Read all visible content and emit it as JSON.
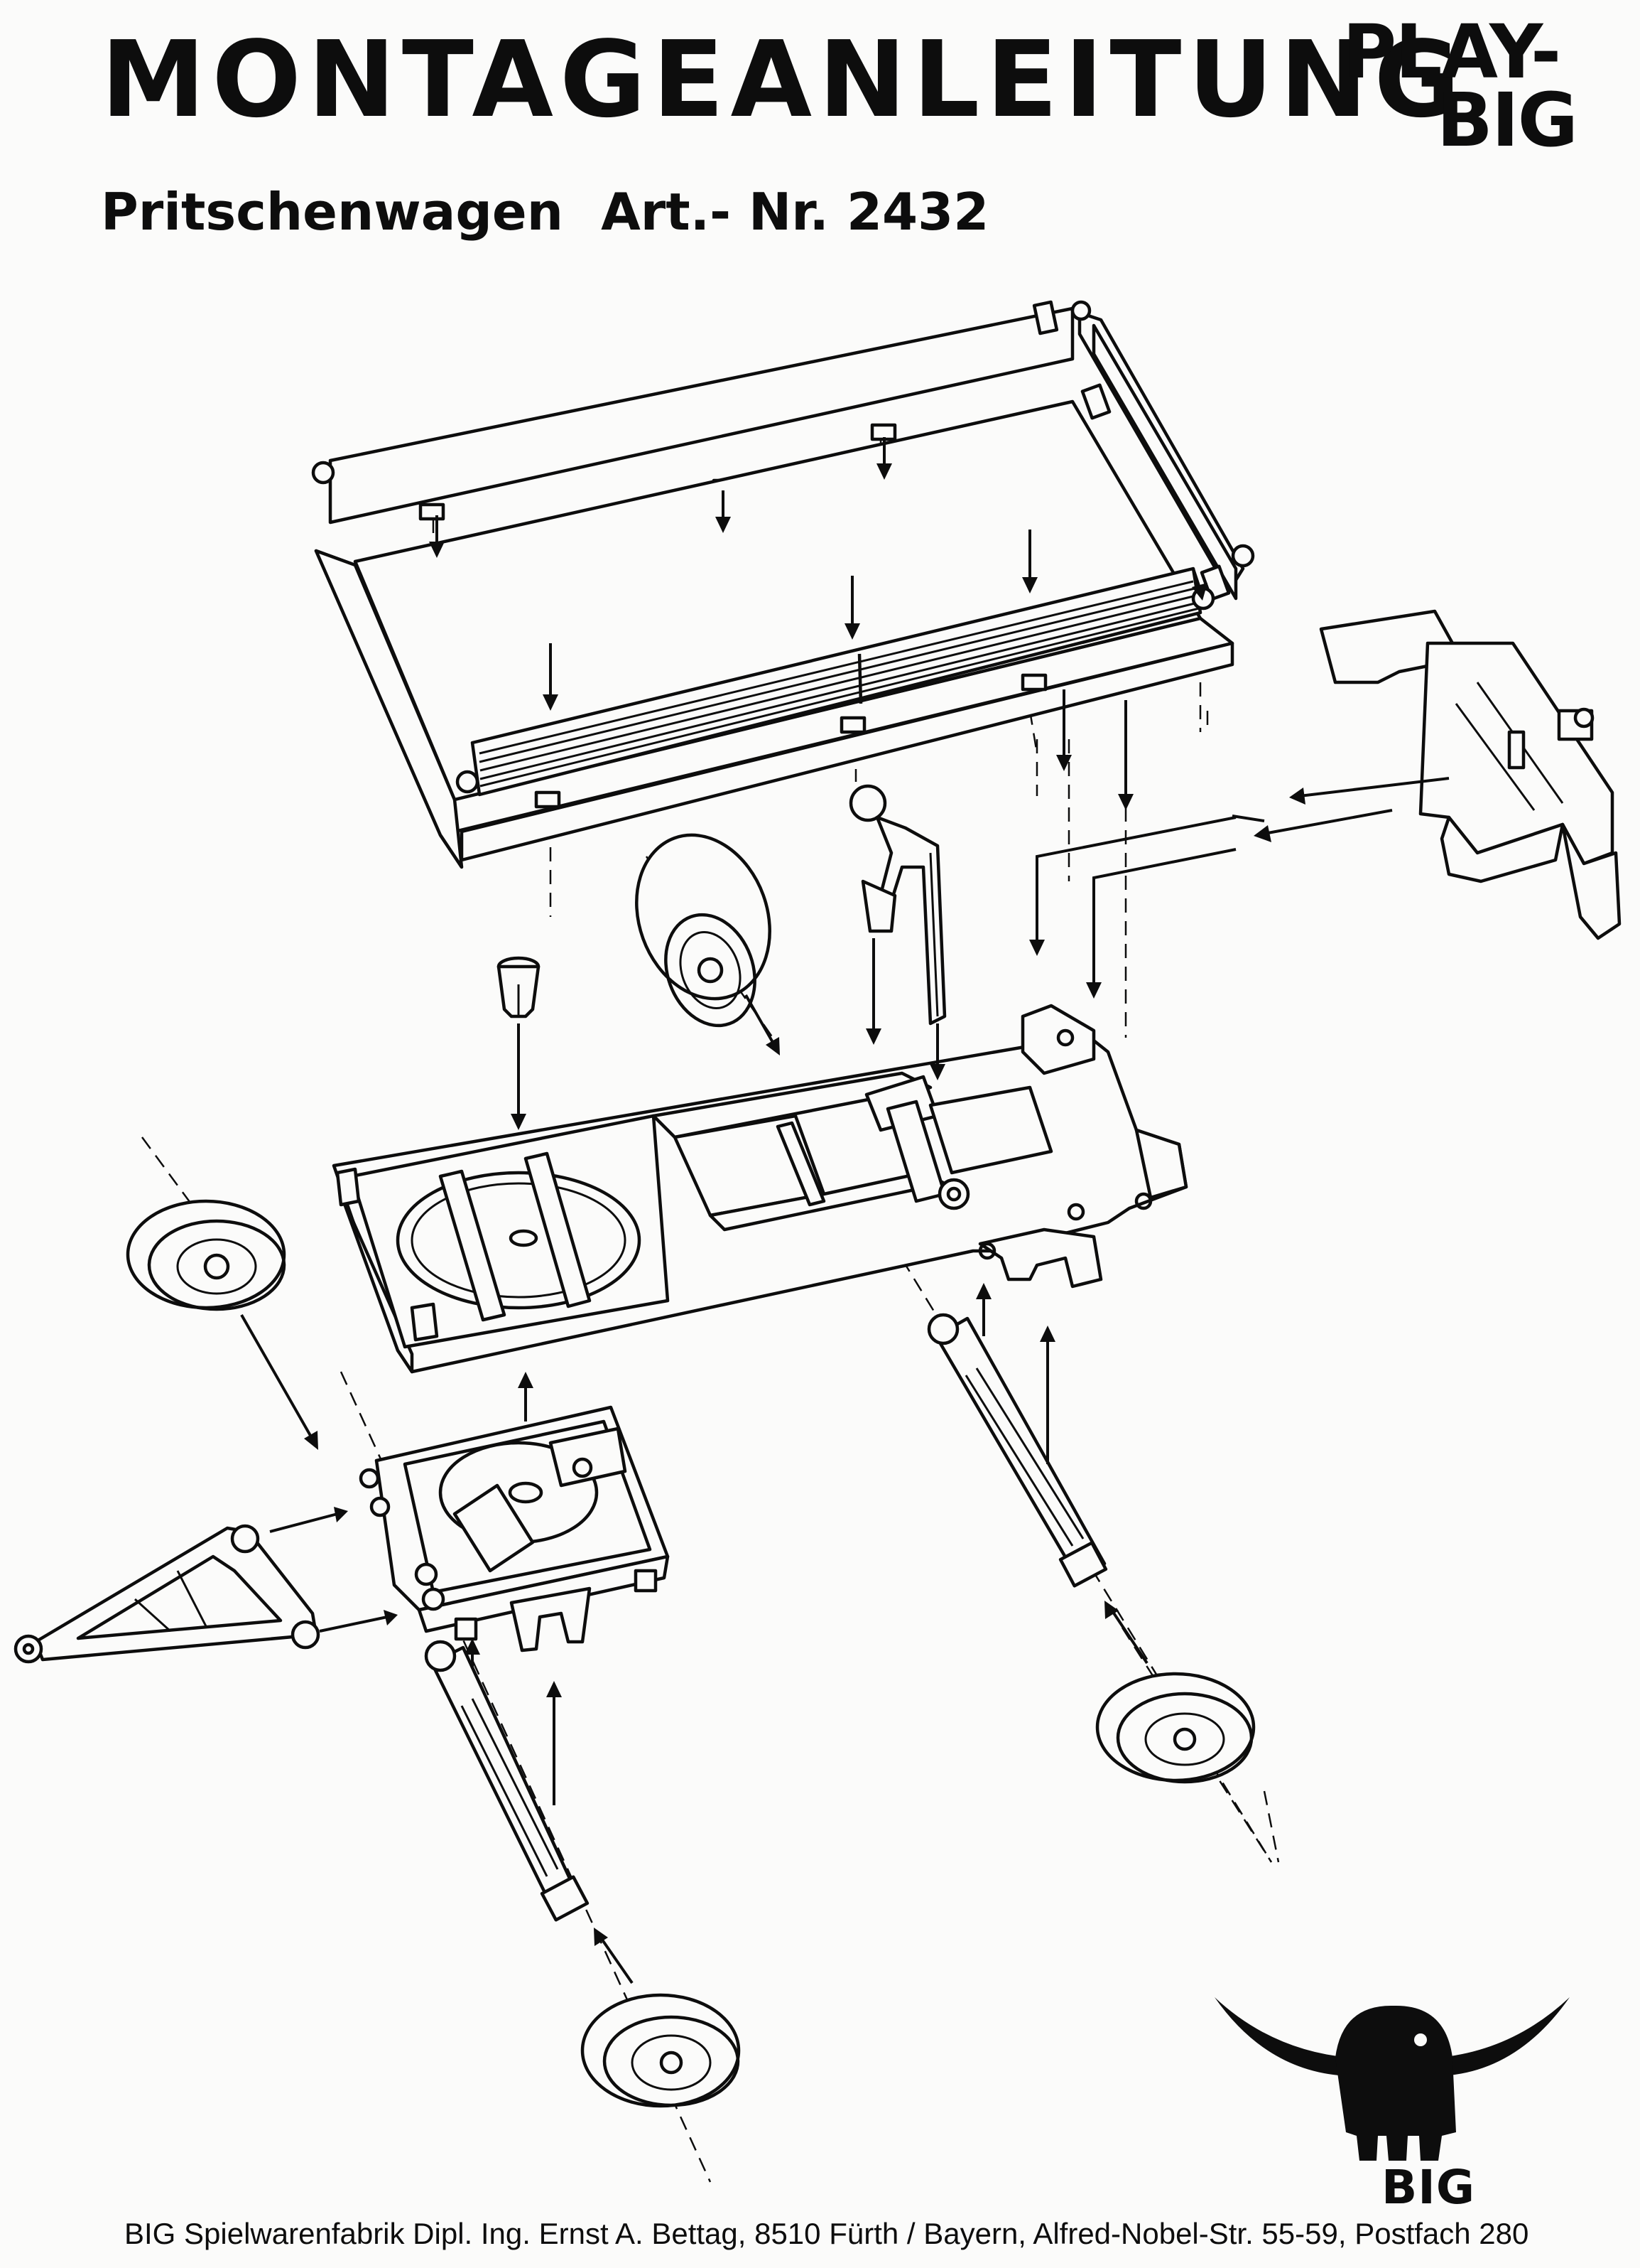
{
  "document": {
    "title": "MONTAGEANLEITUNG",
    "brand": {
      "line_1": "PLAY-",
      "line_2": "BIG"
    },
    "subtitle": {
      "product": "Pritschenwagen",
      "article_number": "Art.- Nr. 2432"
    },
    "logo_label": "BIG",
    "footer": "BIG Spielwarenfabrik Dipl. Ing. Ernst A. Bettag, 8510 Fürth / Bayern, Alfred-Nobel-Str. 55-59, Postfach 280"
  },
  "illustration": {
    "type": "exploded assembly drawing",
    "parts": [
      "side-panels",
      "front-panel",
      "tailgate",
      "truck-bed",
      "tow-hook",
      "hitch-bracket",
      "chassis-frame",
      "front-axle-plate",
      "drawbar",
      "axle-shafts",
      "wheels",
      "pin"
    ],
    "colors": {
      "ink": "#0d0d0d",
      "paper": "#fbfbfa"
    }
  }
}
